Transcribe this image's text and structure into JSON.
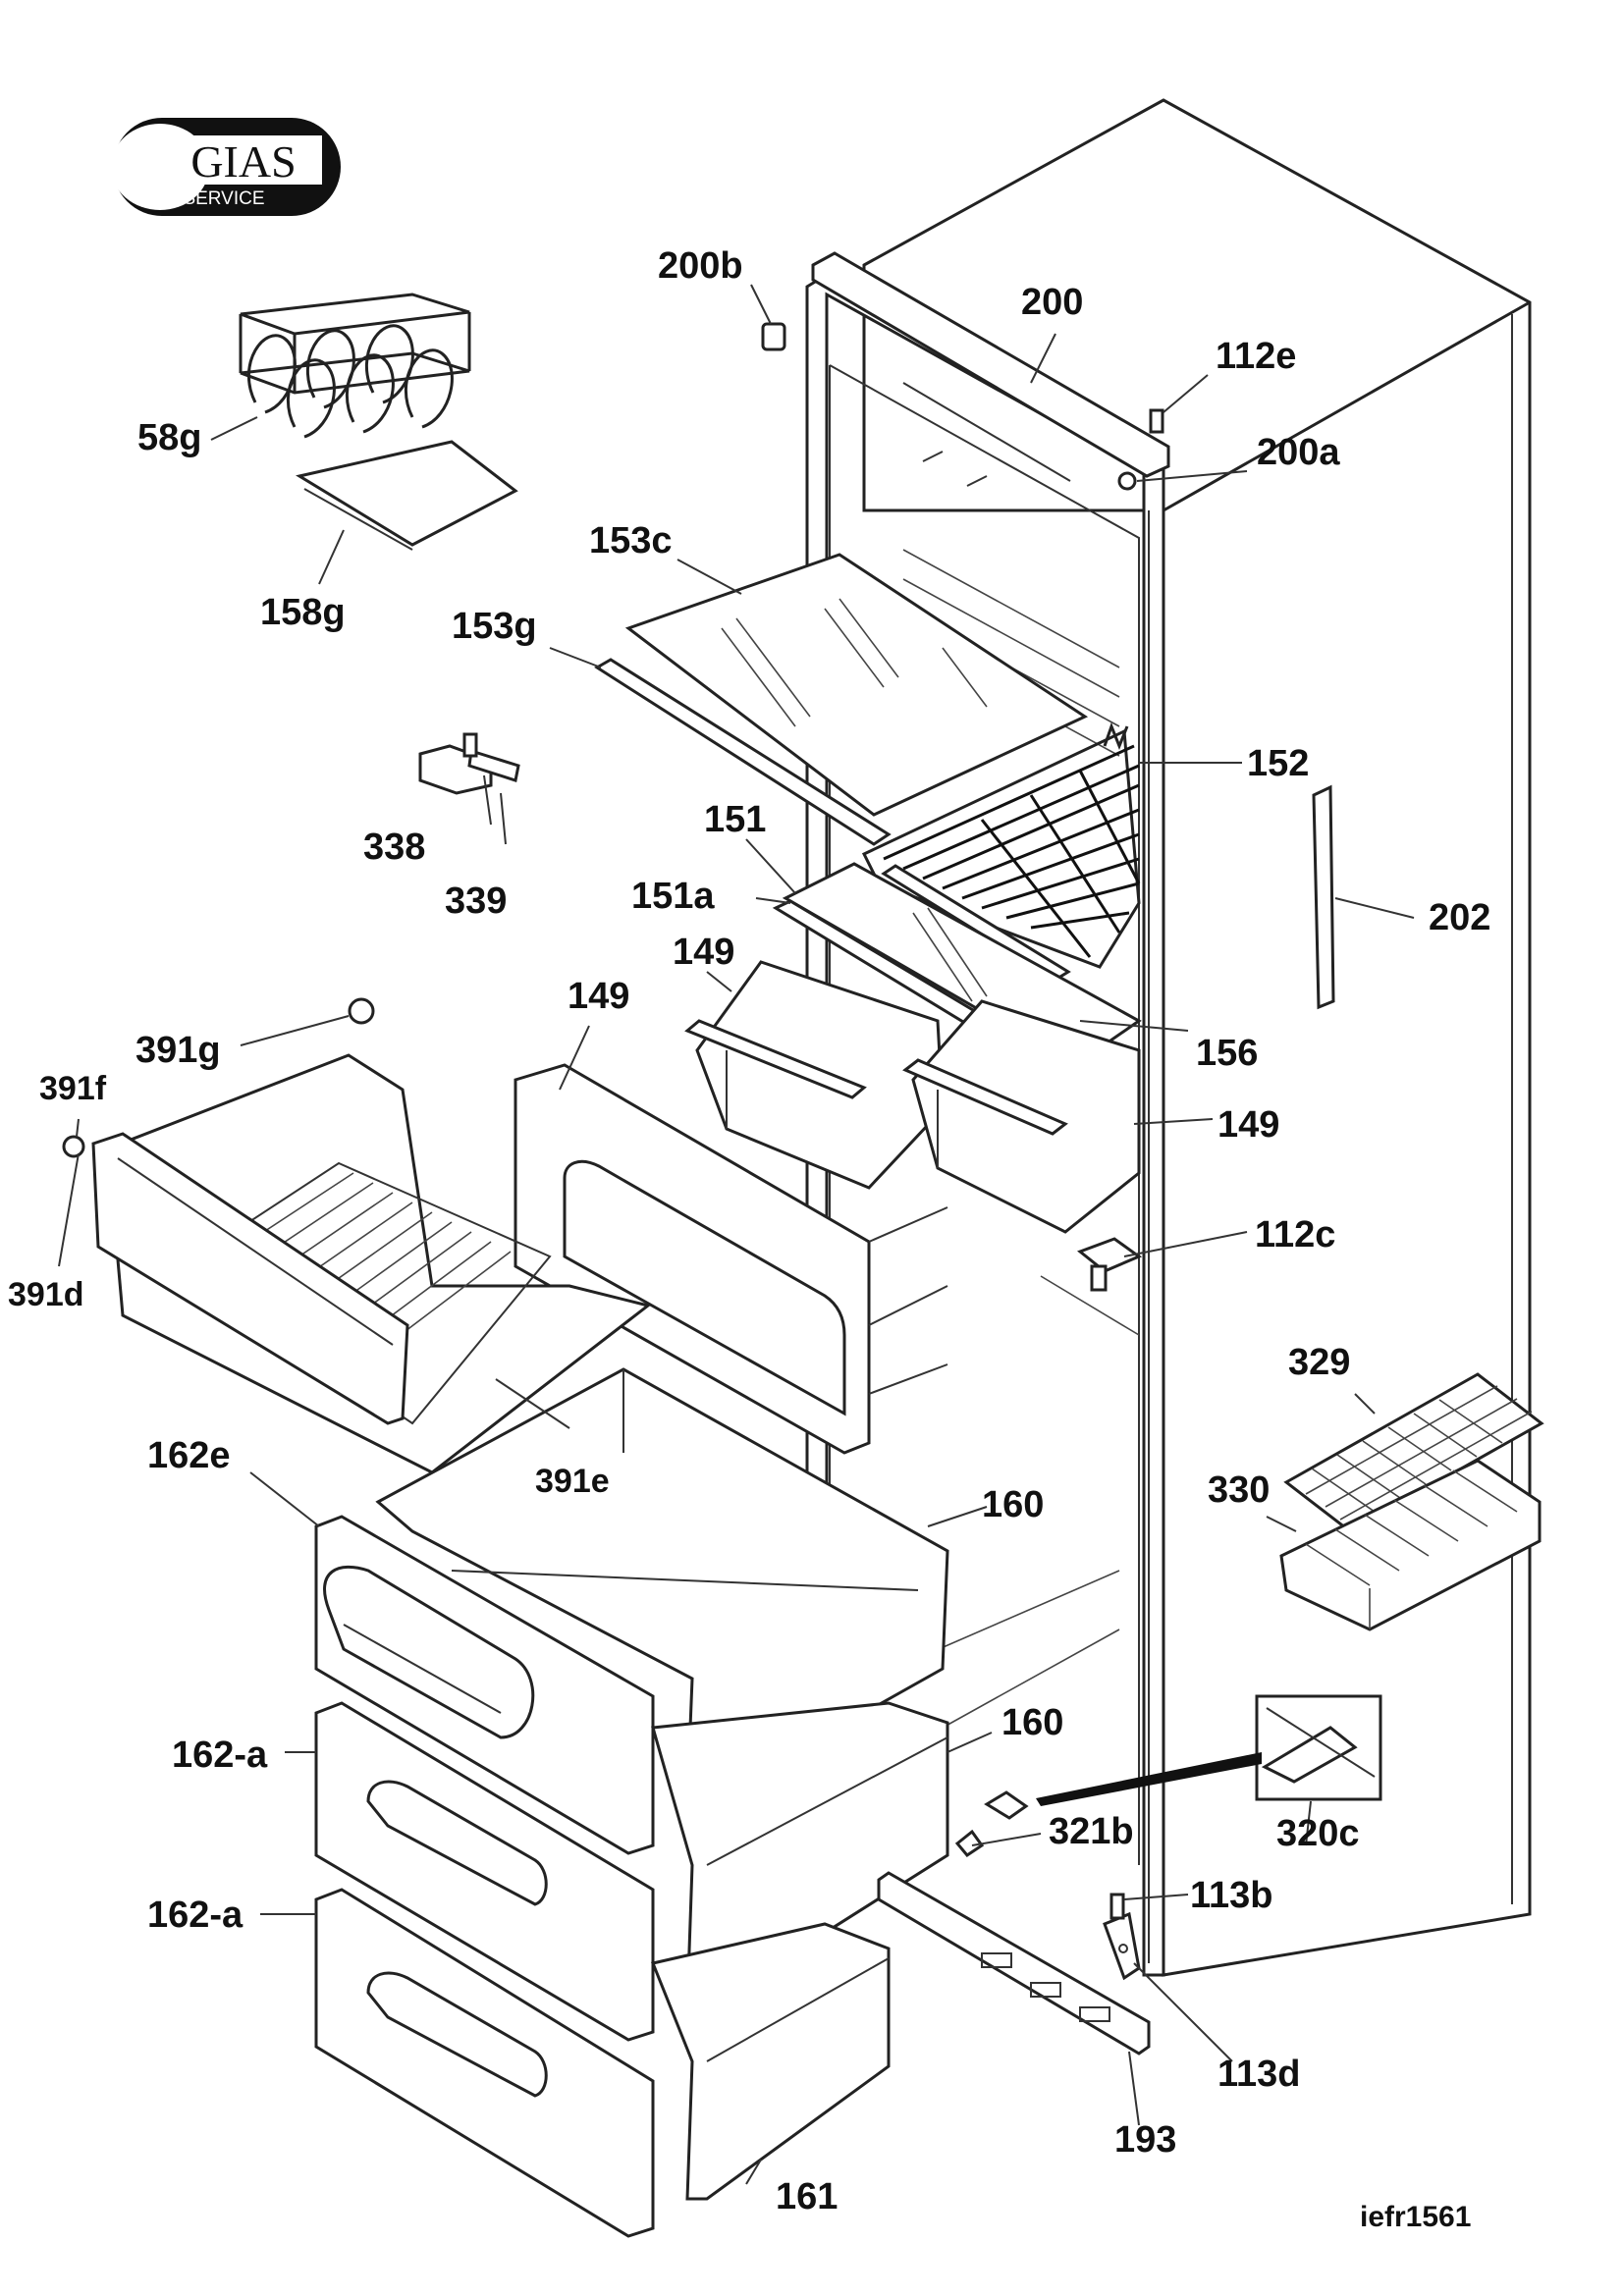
{
  "logo": {
    "brand": "GIAS",
    "sub": "SERVICE"
  },
  "reference_code": "iefr1561",
  "part_labels": {
    "p58g": "58g",
    "p158g": "158g",
    "p200b": "200b",
    "p200": "200",
    "p112e": "112e",
    "p200a": "200a",
    "p153c": "153c",
    "p153g": "153g",
    "p152": "152",
    "p338": "338",
    "p339": "339",
    "p151": "151",
    "p151a": "151a",
    "p202": "202",
    "p149a": "149",
    "p149b": "149",
    "p149c": "149",
    "p156": "156",
    "p391g": "391g",
    "p391f": "391f",
    "p391d": "391d",
    "p391e": "391e",
    "p112c": "112c",
    "p329": "329",
    "p330": "330",
    "p162e": "162e",
    "p160a": "160",
    "p160b": "160",
    "p162a1": "162-a",
    "p162a2": "162-a",
    "p321b": "321b",
    "p320c": "320c",
    "p113b": "113b",
    "p113d": "113d",
    "p193": "193",
    "p161": "161"
  }
}
